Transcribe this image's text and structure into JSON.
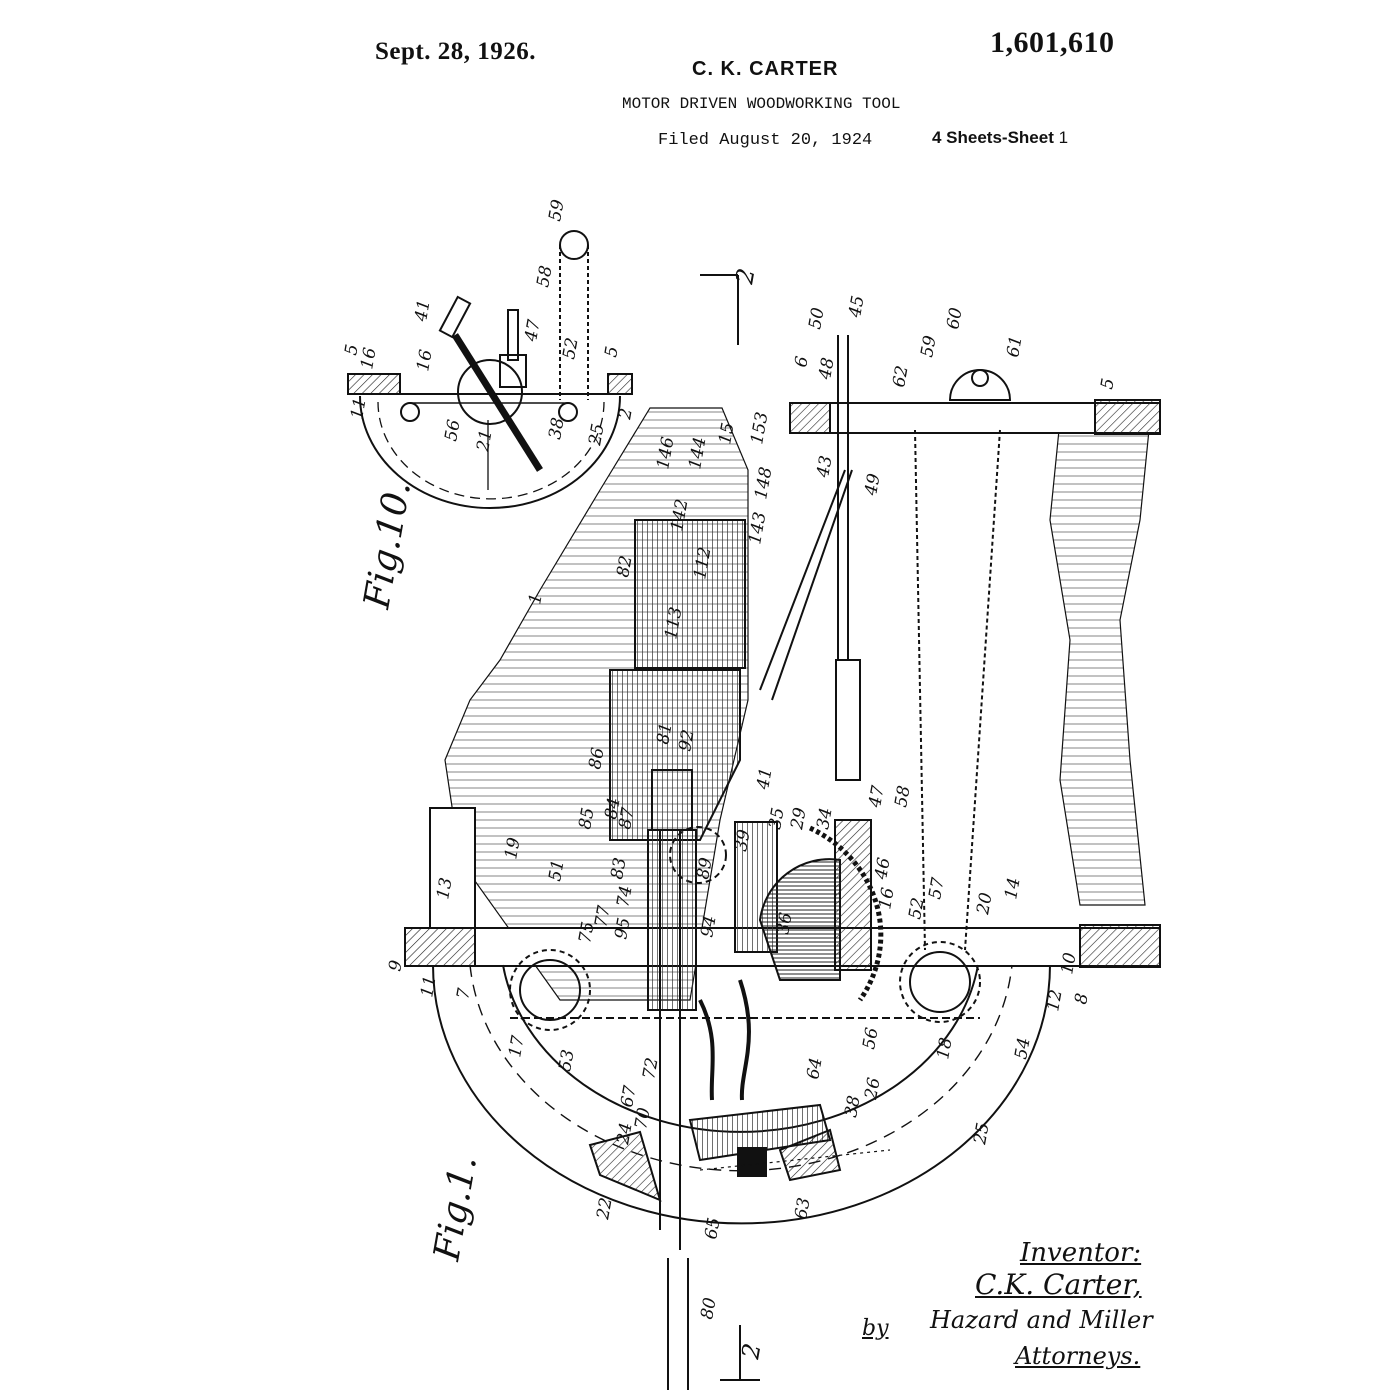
{
  "header": {
    "date": "Sept. 28, 1926.",
    "patent_number": "1,601,610",
    "inventor": "C. K. CARTER",
    "title": "MOTOR DRIVEN WOODWORKING TOOL",
    "filed": "Filed August 20, 1924",
    "sheets": "4 Sheets-Sheet",
    "sheet_number": "1"
  },
  "figures": {
    "fig10": "Fig.10.",
    "fig1": "Fig.1."
  },
  "section_labels": {
    "top": "2",
    "bottom": "2"
  },
  "reference_numerals": {
    "fig10": [
      "5",
      "11",
      "16",
      "41",
      "47",
      "58",
      "59",
      "52",
      "5",
      "56",
      "21",
      "38",
      "25",
      "16"
    ],
    "fig1": [
      "2",
      "146",
      "144",
      "15",
      "153",
      "148",
      "143",
      "142",
      "112",
      "82",
      "113",
      "1",
      "50",
      "45",
      "48",
      "6",
      "43",
      "49",
      "62",
      "59",
      "60",
      "61",
      "5",
      "81",
      "92",
      "86",
      "87",
      "84",
      "85",
      "41",
      "35",
      "29",
      "34",
      "47",
      "58",
      "39",
      "83",
      "89",
      "74",
      "77",
      "75",
      "95",
      "94",
      "36",
      "46",
      "16",
      "52",
      "57",
      "20",
      "14",
      "19",
      "51",
      "13",
      "9",
      "11",
      "7",
      "17",
      "53",
      "10",
      "8",
      "12",
      "18",
      "54",
      "56",
      "64",
      "72",
      "67",
      "70",
      "38",
      "26",
      "25",
      "24",
      "22",
      "65",
      "63",
      "80"
    ]
  },
  "signature": {
    "label": "Inventor:",
    "name": "C.K. Carter,",
    "by": "by",
    "firm": "Hazard and Miller",
    "role": "Attorneys."
  }
}
